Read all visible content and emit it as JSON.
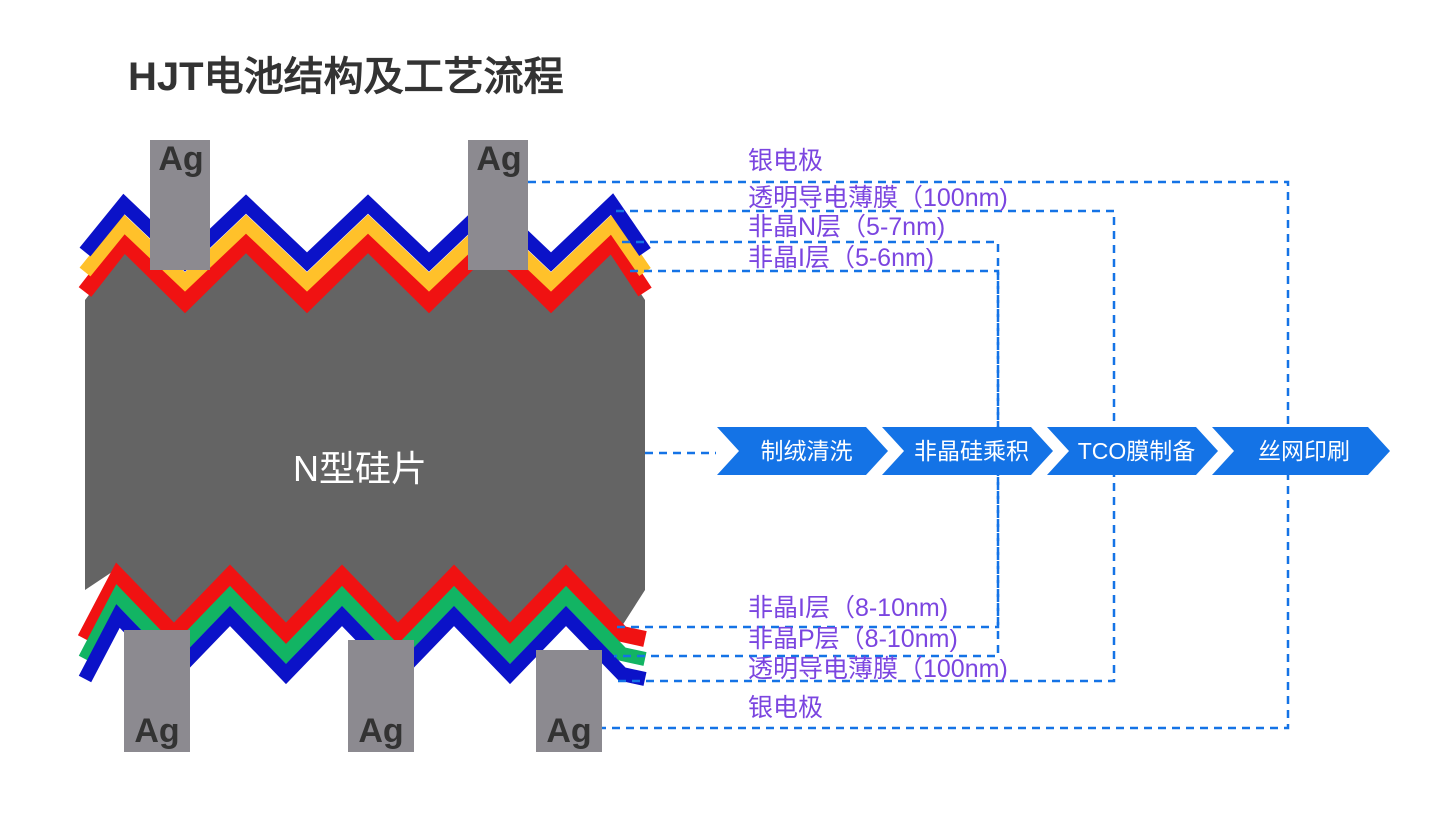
{
  "title": "HJT电池结构及工艺流程",
  "colors": {
    "wafer": "#646464",
    "electrode": "#8c8a90",
    "tco": "#0b12c8",
    "n_layer": "#ffc12a",
    "i_layer": "#f01212",
    "p_layer": "#12b463",
    "leader_line": "#1473e6",
    "label_text": "#7b45e0",
    "process_arrow": "#1473e6"
  },
  "wafer": {
    "label": "N型硅片"
  },
  "electrodes": {
    "top": [
      "Ag",
      "Ag"
    ],
    "bottom": [
      "Ag",
      "Ag",
      "Ag"
    ]
  },
  "labels": {
    "top": [
      "银电极",
      "透明导电薄膜（100nm)",
      "非晶N层（5-7nm)",
      "非晶I层（5-6nm)"
    ],
    "bottom": [
      "非晶I层（8-10nm)",
      "非晶P层（8-10nm)",
      "透明导电薄膜（100nm)",
      "银电极"
    ]
  },
  "process_steps": [
    "制绒清洗",
    "非晶硅乘积",
    "TCO膜制备",
    "丝网印刷"
  ]
}
